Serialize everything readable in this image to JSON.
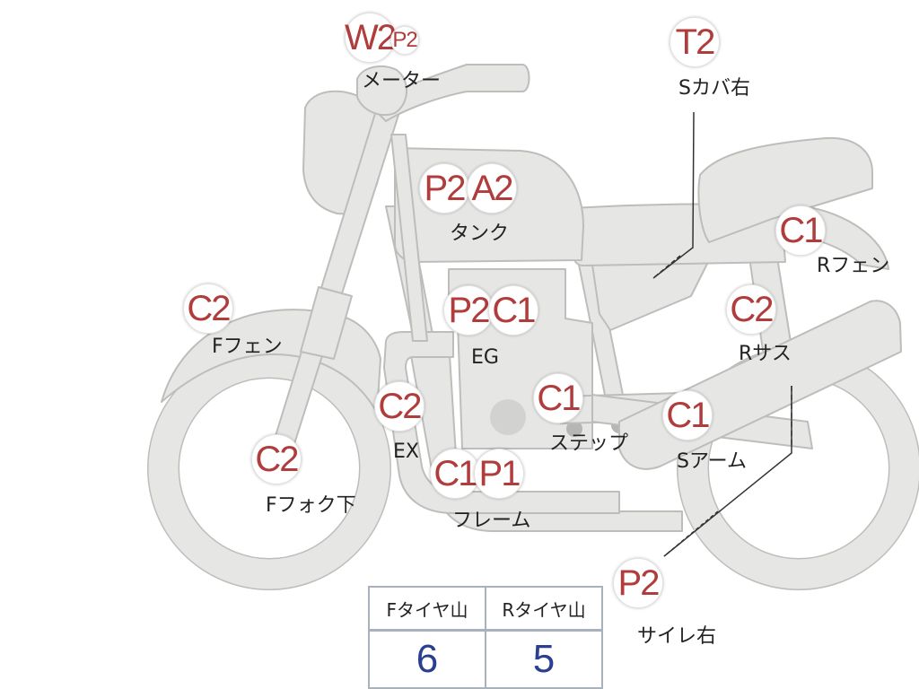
{
  "colors": {
    "body_fill": "#e6e6e4",
    "body_stroke": "#bdbdbb",
    "marker_text": "#b03c3c",
    "value_text": "#2a3f8f"
  },
  "markers": [
    {
      "id": "meter-w2",
      "code": "W2"
    },
    {
      "id": "meter-p2",
      "code": "P2"
    },
    {
      "id": "side-cover-t2",
      "code": "T2"
    },
    {
      "id": "tank-p2",
      "code": "P2"
    },
    {
      "id": "tank-a2",
      "code": "A2"
    },
    {
      "id": "rear-fender-c1",
      "code": "C1"
    },
    {
      "id": "front-fender-c2",
      "code": "C2"
    },
    {
      "id": "engine-p2",
      "code": "P2"
    },
    {
      "id": "engine-c1",
      "code": "C1"
    },
    {
      "id": "rear-suspension-c2",
      "code": "C2"
    },
    {
      "id": "exhaust-c2",
      "code": "C2"
    },
    {
      "id": "step-c1",
      "code": "C1"
    },
    {
      "id": "swing-arm-c1",
      "code": "C1"
    },
    {
      "id": "front-fork-lower-c2",
      "code": "C2"
    },
    {
      "id": "frame-c1",
      "code": "C1"
    },
    {
      "id": "frame-p1",
      "code": "P1"
    },
    {
      "id": "silencer-p2",
      "code": "P2"
    }
  ],
  "labels": {
    "meter": "メーター",
    "side_cover": "Sカバ右",
    "tank": "タンク",
    "rear_fender": "Rフェン",
    "front_fender": "Fフェン",
    "engine": "EG",
    "rear_suspension": "Rサス",
    "exhaust": "EX",
    "step": "ステップ",
    "swing_arm": "Sアーム",
    "front_fork_lower": "Fフォク下",
    "frame": "フレーム",
    "silencer": "サイレ右"
  },
  "tire_table": {
    "front_header": "Fタイヤ山",
    "rear_header": "Rタイヤ山",
    "front_value": "6",
    "rear_value": "5"
  }
}
